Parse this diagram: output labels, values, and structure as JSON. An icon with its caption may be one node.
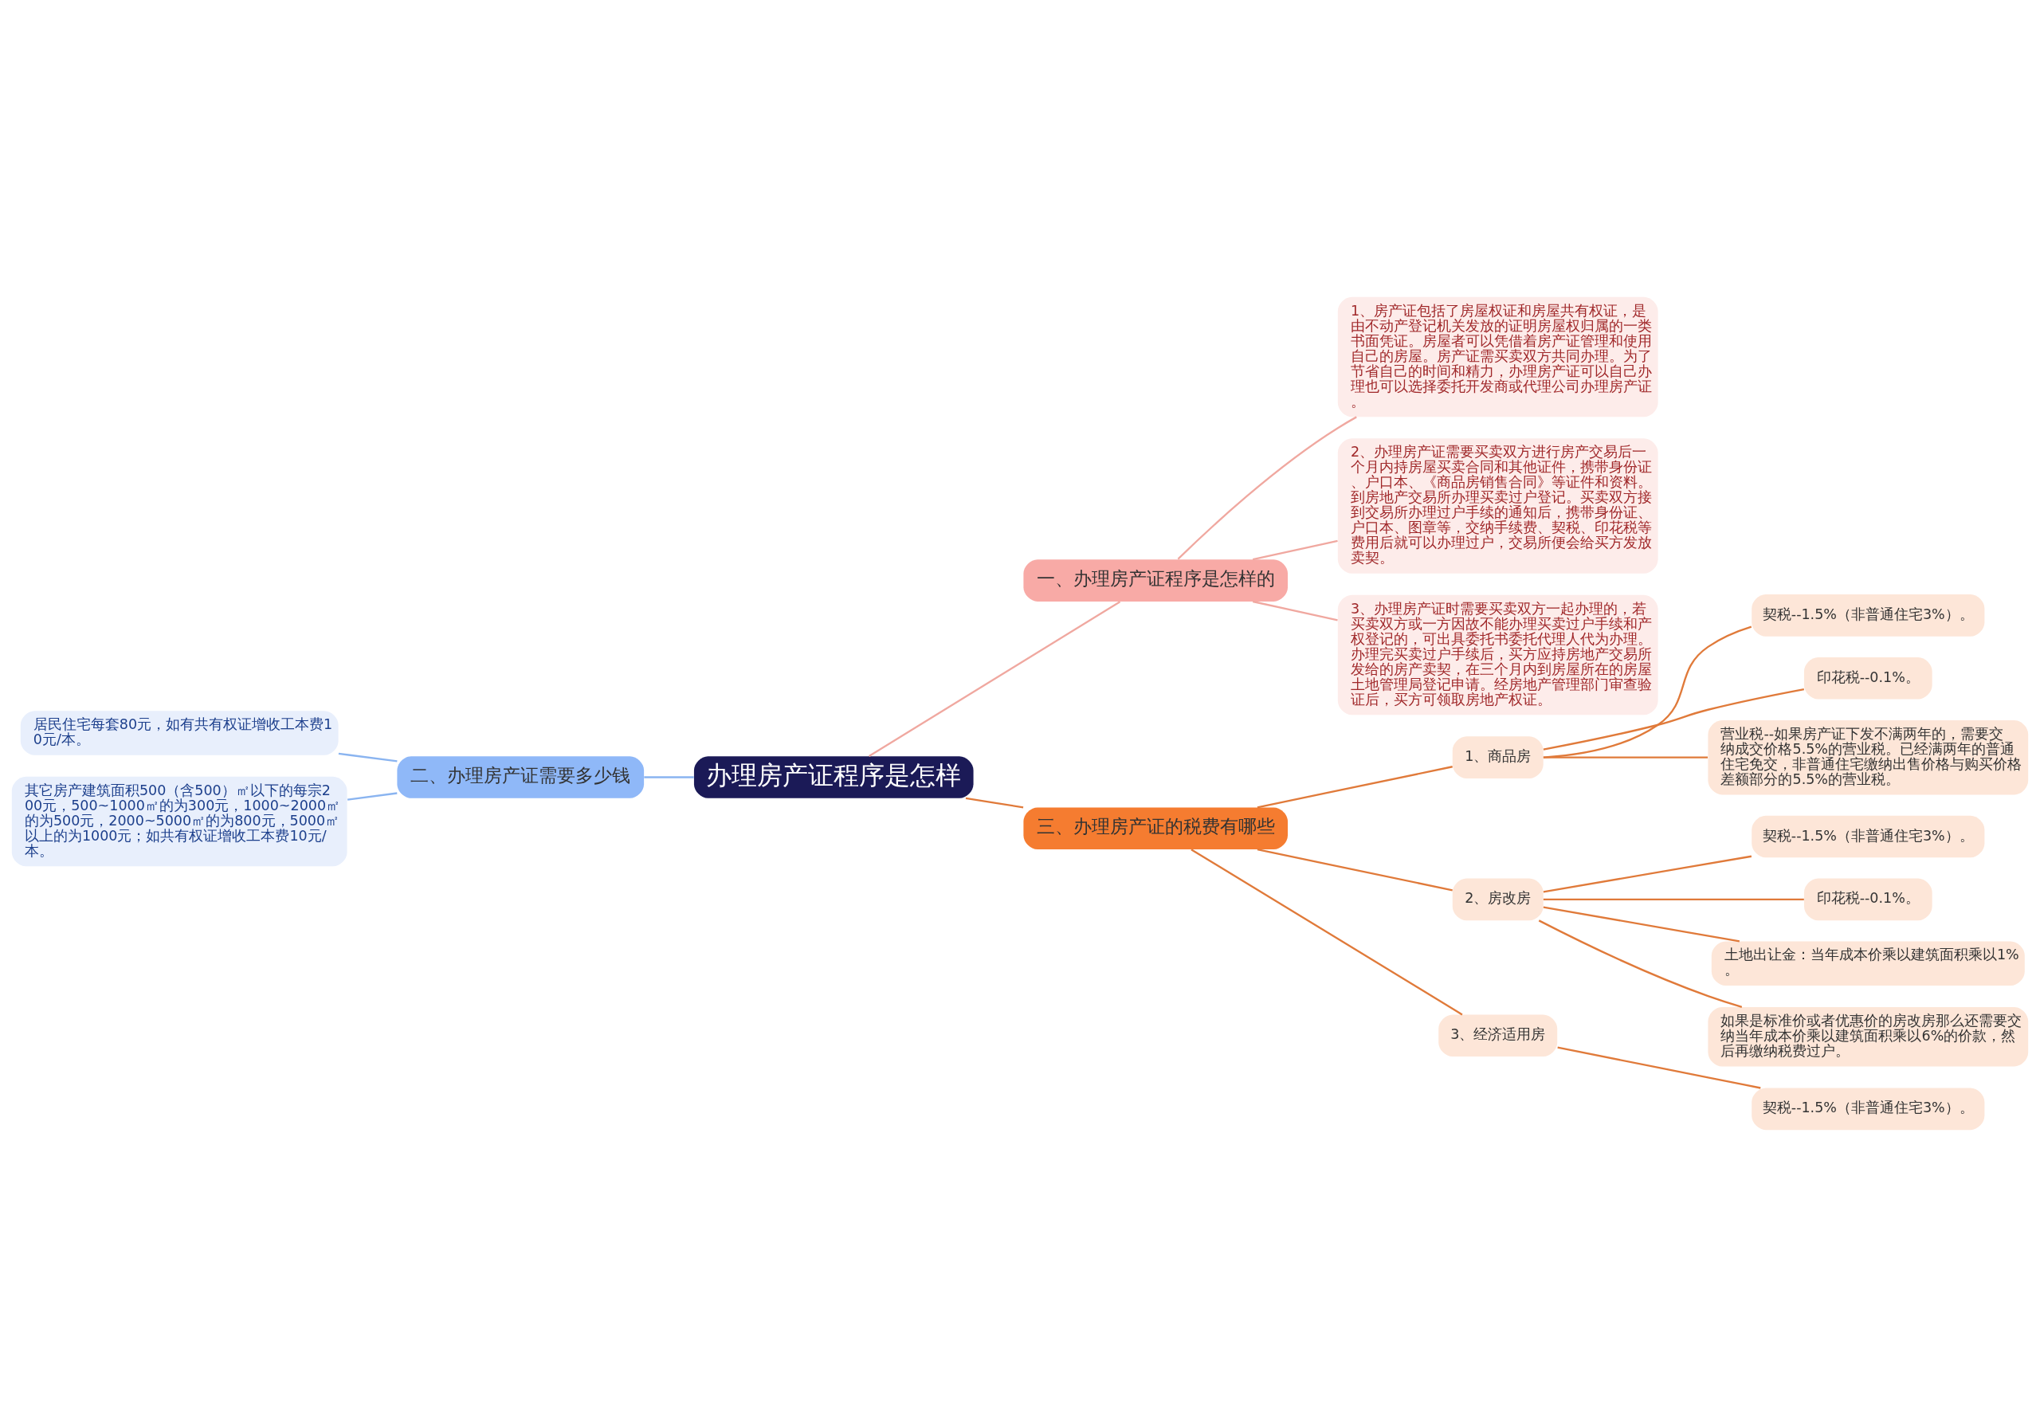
{
  "diagram": {
    "nodes": [
      {
        "text": [
          "办理房产证程序是怎样"
        ]
      },
      {
        "text": [
          "一、办理房产证程序是怎样的"
        ]
      },
      {
        "text": [
          "1、房产证包括了房屋权证和房屋共有权证，是由不动产登记机关发放的证明房屋权归属的一类书面凭证。房屋者可以凭借着房产证管理和使用自己的房屋。房产证需买卖双方共同办理。为了节省自己的时间和精力，办理房产证可以自己办理也可以选择委托开发商或代理公司办理房产证。"
        ]
      },
      {
        "text": [
          "2、办理房产证需要买卖双方进行房产交易后一个月内持房屋买卖合同和其他证件，携带身份证、户口本、《商品房销售合同》等证件和资料。到房地产交易所办理买卖过户登记。买卖双方接到交易所办理过户手续的通知后，携带身份证、户口本、图章等，交纳手续费、契税、印花税等费用后就可以办理过户，交易所便会给买方发放卖契。"
        ]
      },
      {
        "text": [
          "3、办理房产证时需要买卖双方一起办理的，若买卖双方或一方因故不能办理买卖过户手续和产权登记的，可出具委托书委托代理人代为办理。办理完买卖过户手续后，买方应持房地产交易所发给的房产卖契，在三个月内到房屋所在的房屋土地管理局登记申请。经房地产管理部门审查验证后，买方可领取房地产权证。"
        ]
      },
      {
        "text": [
          "二、办理房产证需要多少钱"
        ]
      },
      {
        "text": [
          "居民住宅每套80元，如有共有权证增收工本费10元/本。"
        ]
      },
      {
        "text": [
          "其它房产建筑面积500（含500）㎡以下的每宗200元，500~1000㎡的为300元，1000~2000㎡的为500元，2000~5000㎡的为800元，5000㎡以上的为1000元；如共有权证增收工本费10元/本。"
        ]
      },
      {
        "text": [
          "三、办理房产证的税费有哪些"
        ]
      },
      {
        "text": [
          "1、商品房"
        ]
      },
      {
        "text": [
          "契税--1.5%（非普通住宅3%）。"
        ]
      },
      {
        "text": [
          "印花税--0.1%。"
        ]
      },
      {
        "text": [
          "营业税--如果房产证下发不满两年的，需要交纳成交价格5.5%的营业税。已经满两年的普通住宅免交，非普通住宅缴纳出售价格与购买价格差额部分的5.5%的营业税。"
        ]
      },
      {
        "text": [
          "2、房改房"
        ]
      },
      {
        "text": [
          "契税--1.5%（非普通住宅3%）。"
        ]
      },
      {
        "text": [
          "印花税--0.1%。"
        ]
      },
      {
        "text": [
          "土地出让金：当年成本价乘以建筑面积乘以1%。"
        ]
      },
      {
        "text": [
          "如果是标准价或者优惠价的房改房那么还需要交纳当年成本价乘以建筑面积乘以6%的价款，然后再缴纳税费过户。"
        ]
      },
      {
        "text": [
          "3、经济适用房"
        ]
      },
      {
        "text": [
          "契税--1.5%（非普通住宅3%）。"
        ]
      }
    ],
    "edges": [
      {
        "from": 0,
        "to": 1,
        "arrow": "none",
        "color": "#f0a8a0"
      },
      {
        "from": 1,
        "to": 2,
        "arrow": "none",
        "color": "#f0a8a0"
      },
      {
        "from": 1,
        "to": 3,
        "arrow": "none",
        "color": "#f0a8a0"
      },
      {
        "from": 1,
        "to": 4,
        "arrow": "none",
        "color": "#f0a8a0"
      },
      {
        "from": 0,
        "to": 5,
        "arrow": "none",
        "color": "#8ab4f0"
      },
      {
        "from": 5,
        "to": 6,
        "arrow": "none",
        "color": "#8ab4f0"
      },
      {
        "from": 5,
        "to": 7,
        "arrow": "none",
        "color": "#8ab4f0"
      },
      {
        "from": 0,
        "to": 8,
        "arrow": "none"
      },
      {
        "from": 8,
        "to": 9,
        "arrow": "none"
      },
      {
        "from": 9,
        "to": 10,
        "arrow": "none"
      },
      {
        "from": 9,
        "to": 11,
        "arrow": "none"
      },
      {
        "from": 9,
        "to": 12,
        "arrow": "none"
      },
      {
        "from": 8,
        "to": 13,
        "arrow": "none"
      },
      {
        "from": 13,
        "to": 14,
        "arrow": "none"
      },
      {
        "from": 13,
        "to": 15,
        "arrow": "none"
      },
      {
        "from": 13,
        "to": 16,
        "arrow": "none"
      },
      {
        "from": 13,
        "to": 17,
        "arrow": "none"
      },
      {
        "from": 8,
        "to": 18,
        "arrow": "none"
      },
      {
        "from": 18,
        "to": 19,
        "arrow": "none"
      }
    ]
  }
}
